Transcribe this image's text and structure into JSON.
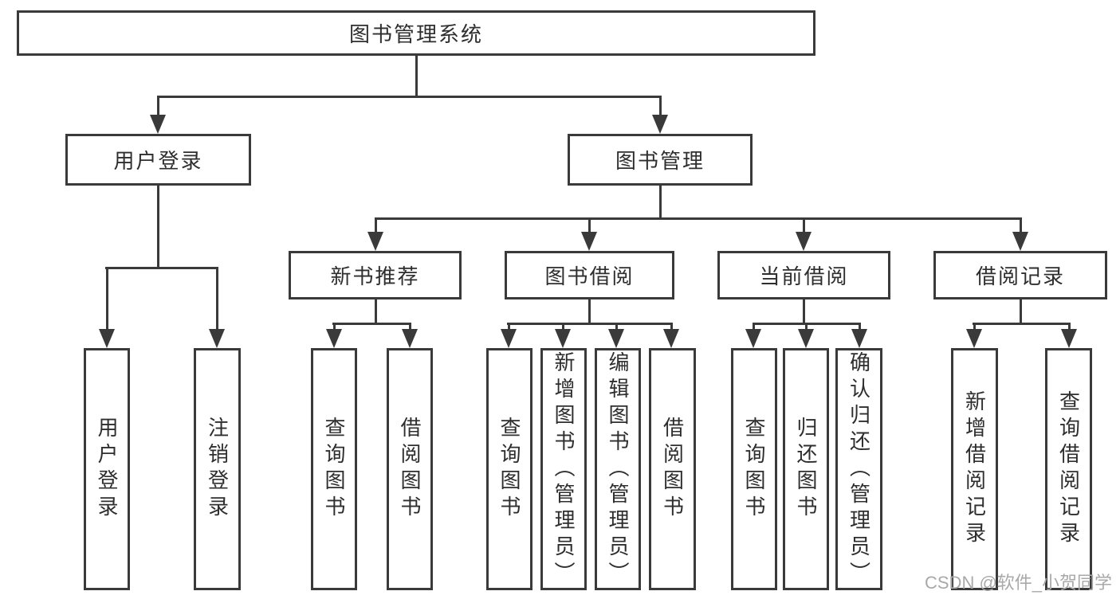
{
  "colors": {
    "line": "#3a3a3a",
    "text": "#2e2e2e",
    "box_bg": "#ffffff",
    "watermark": "#a9a9a9",
    "background": "#ffffff"
  },
  "root": {
    "label": "图书管理系统"
  },
  "user_branch": {
    "label": "用户登录",
    "children": [
      {
        "label": "用户登录"
      },
      {
        "label": "注销登录"
      }
    ]
  },
  "book_branch": {
    "label": "图书管理",
    "groups": [
      {
        "label": "新书推荐",
        "children": [
          {
            "label": "查询图书"
          },
          {
            "label": "借阅图书"
          }
        ]
      },
      {
        "label": "图书借阅",
        "children": [
          {
            "label": "查询图书"
          },
          {
            "label": "新增图书（管理员）"
          },
          {
            "label": "编辑图书（管理员）"
          },
          {
            "label": "借阅图书"
          }
        ]
      },
      {
        "label": "当前借阅",
        "children": [
          {
            "label": "查询图书"
          },
          {
            "label": "归还图书"
          },
          {
            "label": "确认归还（管理员）"
          }
        ]
      },
      {
        "label": "借阅记录",
        "children": [
          {
            "label": "新增借阅记录"
          },
          {
            "label": "查询借阅记录"
          }
        ]
      }
    ]
  },
  "watermark": "CSDN @软件_小贺同学"
}
